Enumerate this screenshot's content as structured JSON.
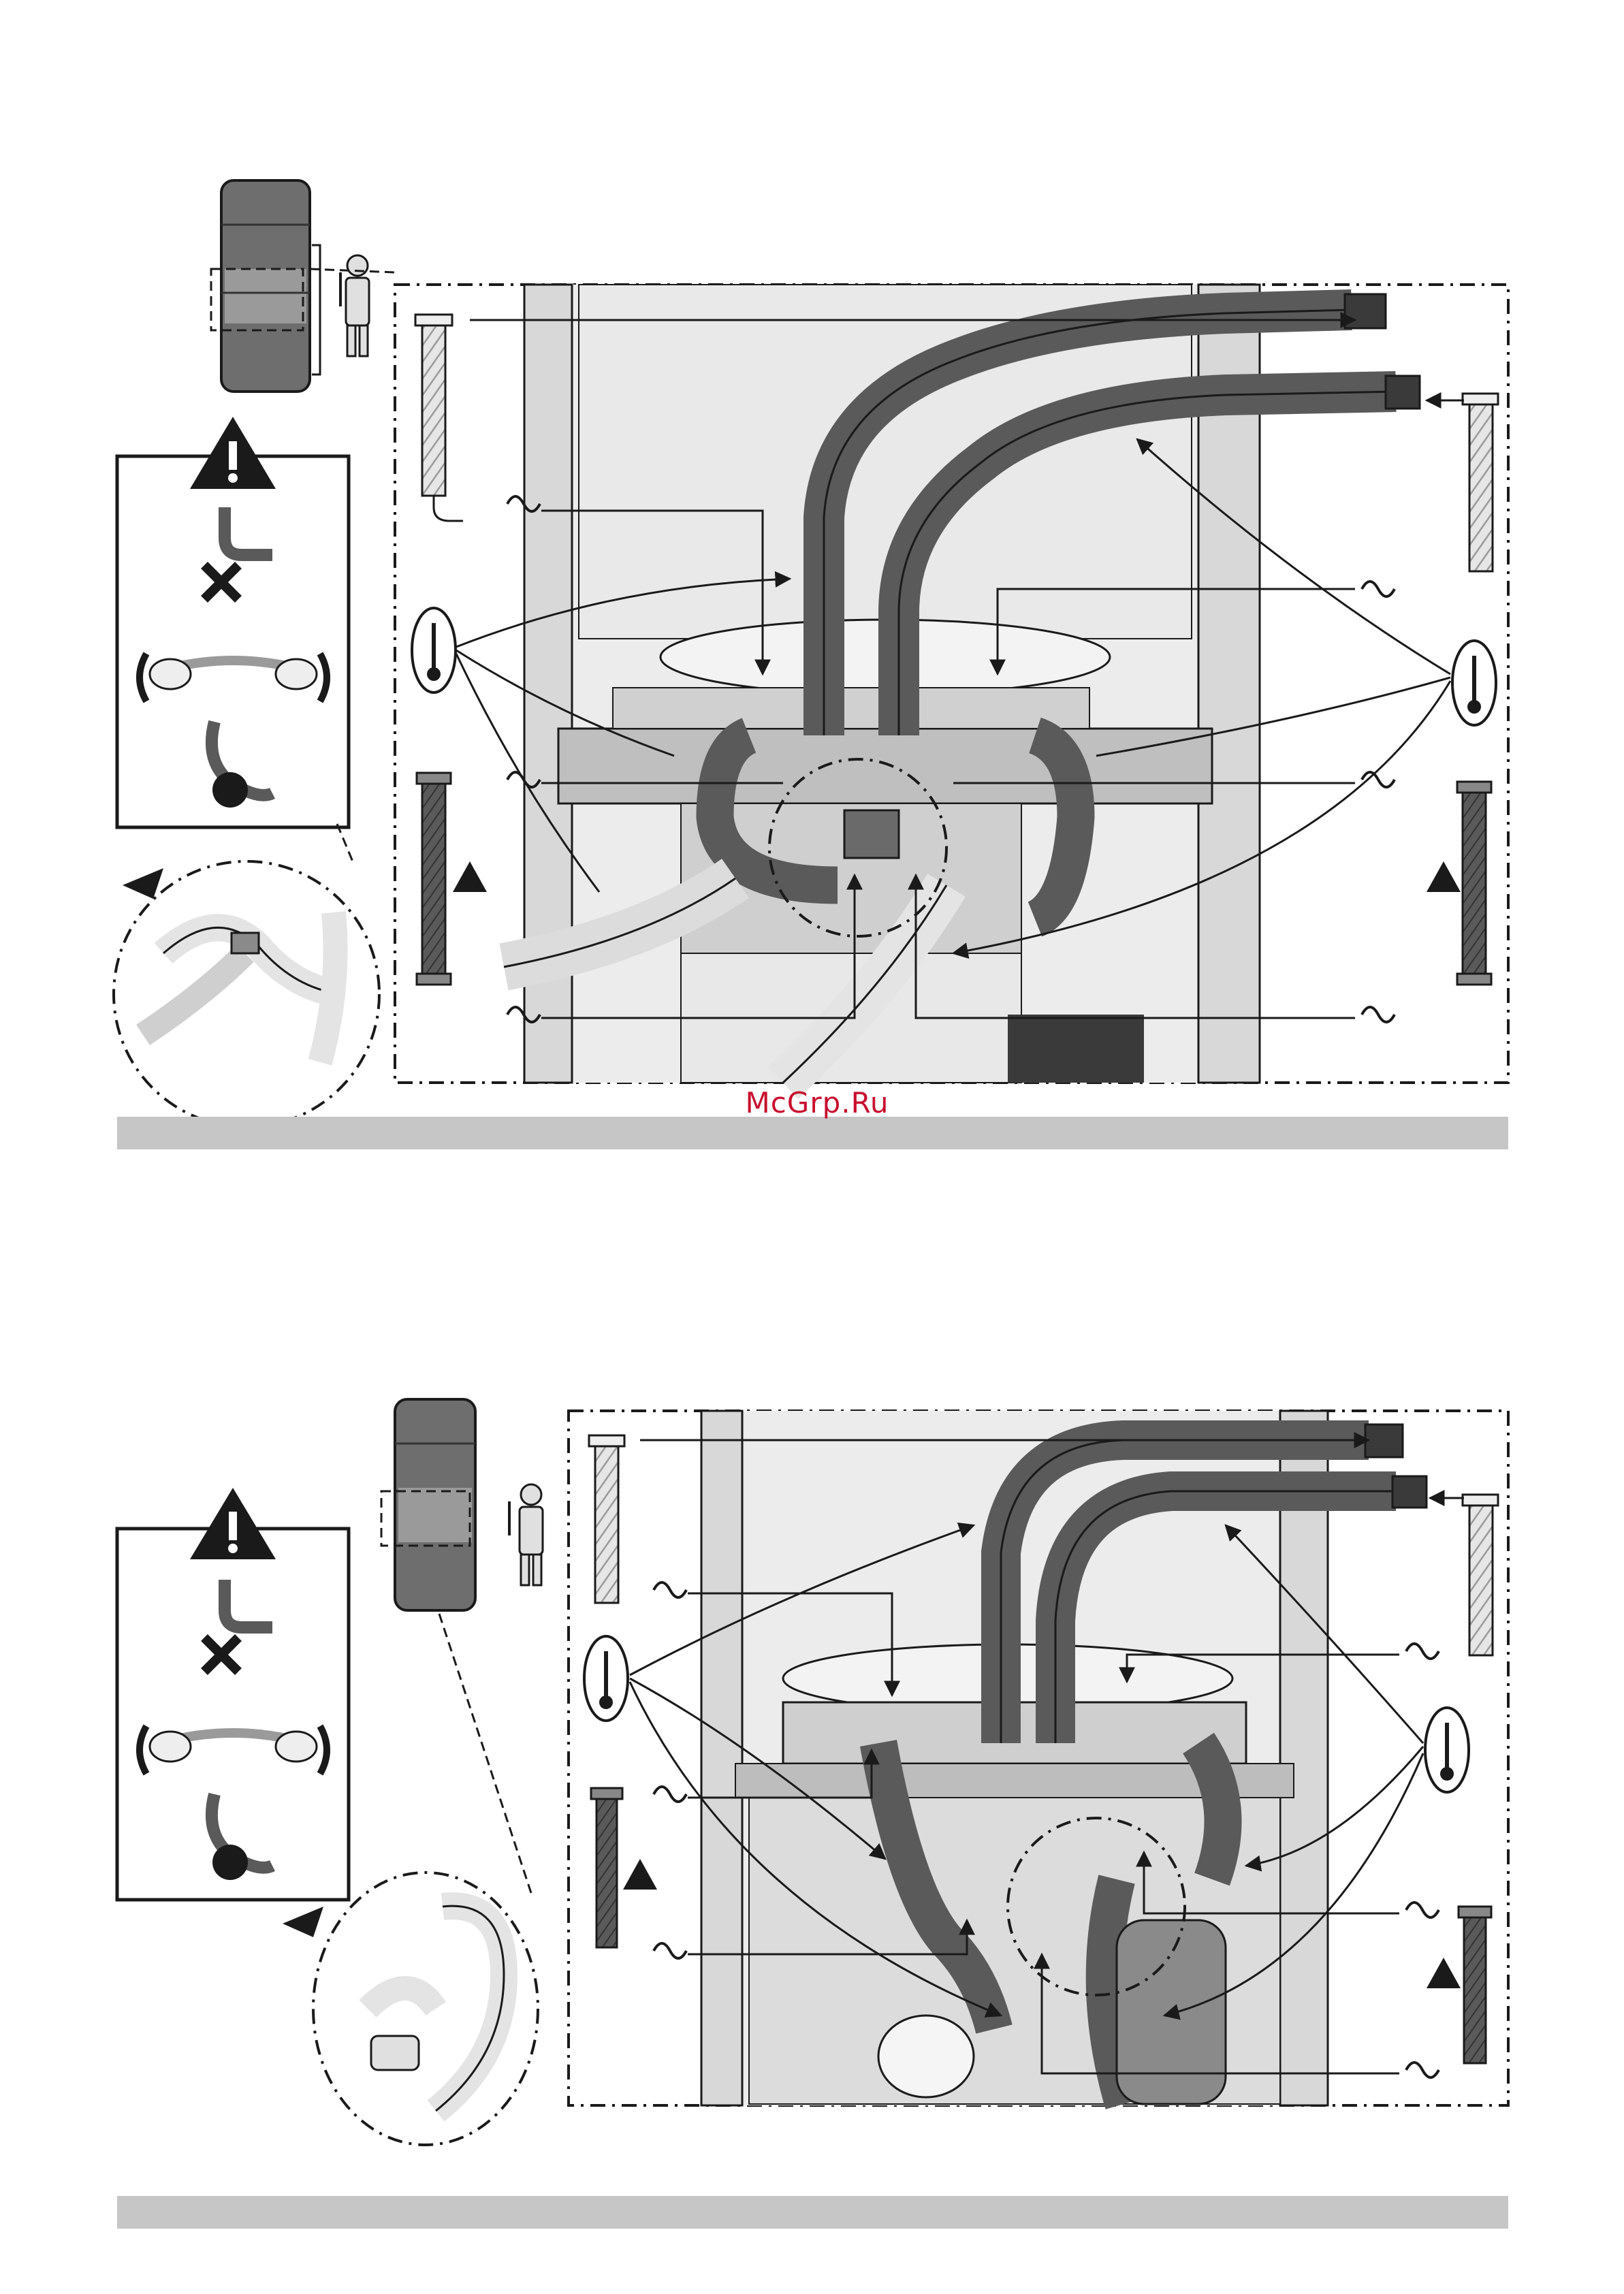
{
  "page": {
    "watermark": "McGrp.Ru"
  },
  "colors": {
    "line": "#1a1a1a",
    "pipe": "#5f5f5f",
    "pipe_light": "#e2e2e2",
    "insulation": "#bdbdbd",
    "panel": "#ececec",
    "separator_bar": "#c6c6c6",
    "red_hose": "#4a4a4a"
  },
  "icons": {
    "warning": "warning-triangle-icon",
    "thermometer": "thermometer-icon",
    "clamp": "hose-clamp-icon",
    "eye": "view-eye-icon",
    "forbidden": "cross-forbidden-icon",
    "technician": "technician-icon",
    "appliance": "appliance-unit-icon"
  },
  "panels": [
    {
      "id": "top",
      "warning_symbol": "!"
    },
    {
      "id": "bottom",
      "warning_symbol": "!"
    }
  ]
}
